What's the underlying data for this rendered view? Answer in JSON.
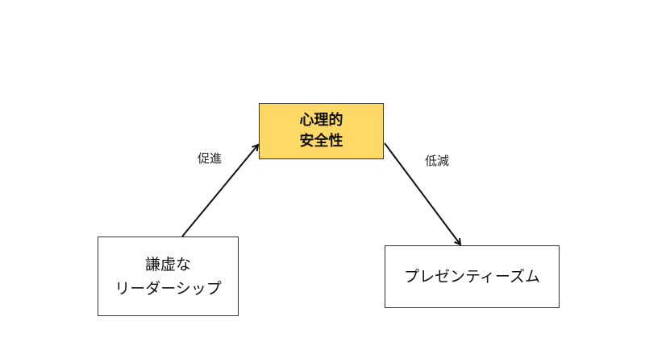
{
  "nodes": {
    "center": {
      "line1": "心理的",
      "line2": "安全性",
      "fill": "#ffd966"
    },
    "left": {
      "line1": "謙虚な",
      "line2": "リーダーシップ"
    },
    "right": {
      "line1": "プレゼンティーズム"
    }
  },
  "edges": {
    "promote_label": "促進",
    "reduce_label": "低減"
  }
}
